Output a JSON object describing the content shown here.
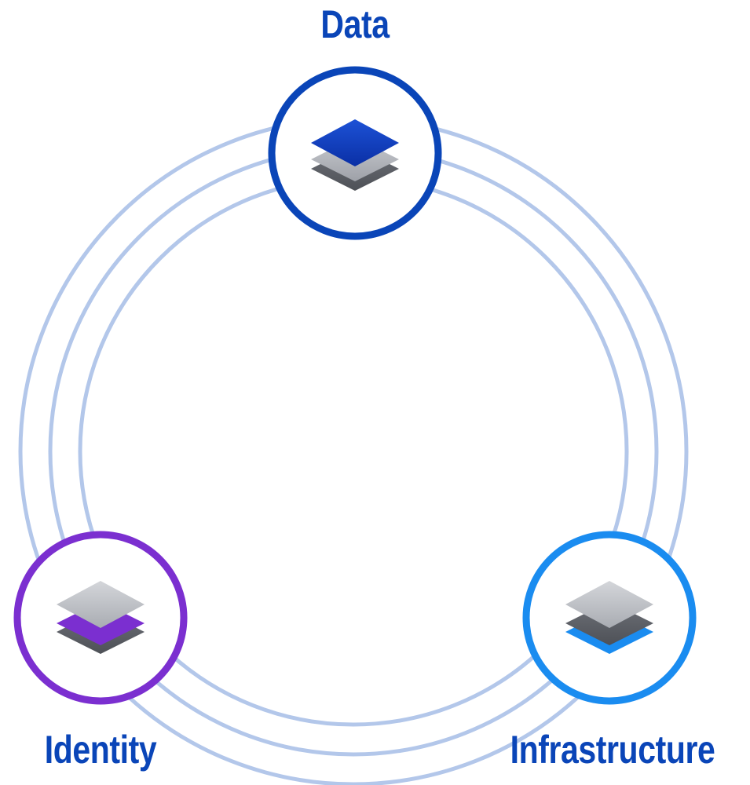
{
  "nodes": {
    "data": {
      "label": "Data",
      "ring_color": "#0a45b8",
      "label_color": "#0a45b8",
      "icon": "layers-icon",
      "highlight_color": "#0a45b8"
    },
    "identity": {
      "label": "Identity",
      "ring_color": "#7b2fd0",
      "label_color": "#0a45b8",
      "icon": "layers-icon",
      "highlight_color": "#7b2fd0"
    },
    "infrastructure": {
      "label": "Infrastructure",
      "ring_color": "#1a8cf0",
      "label_color": "#0a45b8",
      "icon": "layers-icon",
      "highlight_color": "#1a8cf0"
    }
  },
  "orbit_ring_color": "#b3c7ea"
}
